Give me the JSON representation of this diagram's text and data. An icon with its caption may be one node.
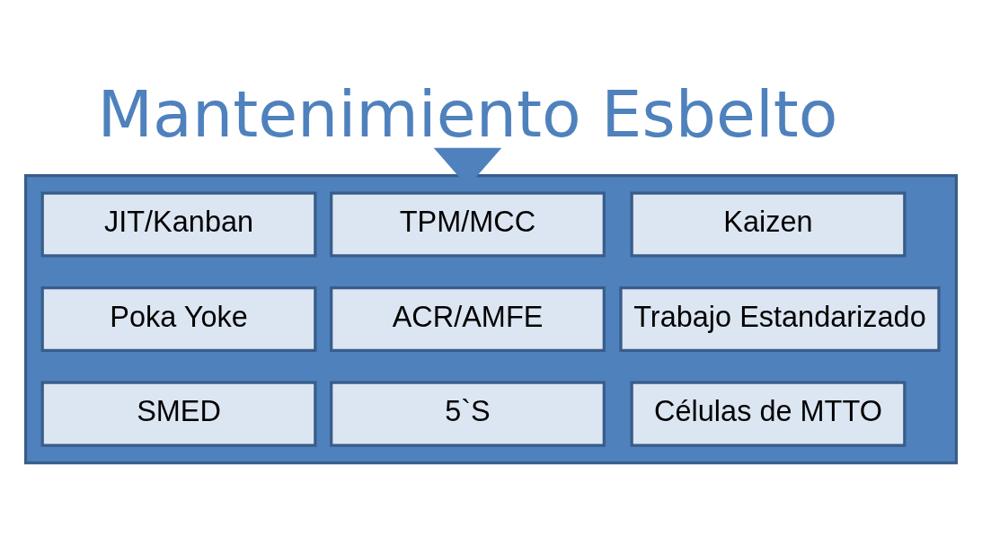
{
  "diagram": {
    "nodes": [
      {
        "text": [
          "Mantenimiento Esbelto"
        ]
      },
      {
        "text": [],
        "shape": "box"
      },
      {
        "text": [
          "JIT/Kanban"
        ],
        "in": 1
      },
      {
        "text": [
          "TPM/MCC"
        ],
        "in": 1
      },
      {
        "text": [
          "Kaizen"
        ],
        "in": 1
      },
      {
        "text": [
          "Poka Yoke"
        ],
        "in": 1
      },
      {
        "text": [
          "ACR/AMFE"
        ],
        "in": 1
      },
      {
        "text": [
          "Trabajo Estandarizado"
        ],
        "in": 1
      },
      {
        "text": [
          "SMED"
        ],
        "in": 1
      },
      {
        "text": [
          "5`S"
        ],
        "in": 1
      },
      {
        "text": [
          "Células de MTTO"
        ],
        "in": 1
      }
    ],
    "edges": [
      {
        "from": 0,
        "to": 1,
        "arrow": "to",
        "style": "thick"
      }
    ]
  }
}
